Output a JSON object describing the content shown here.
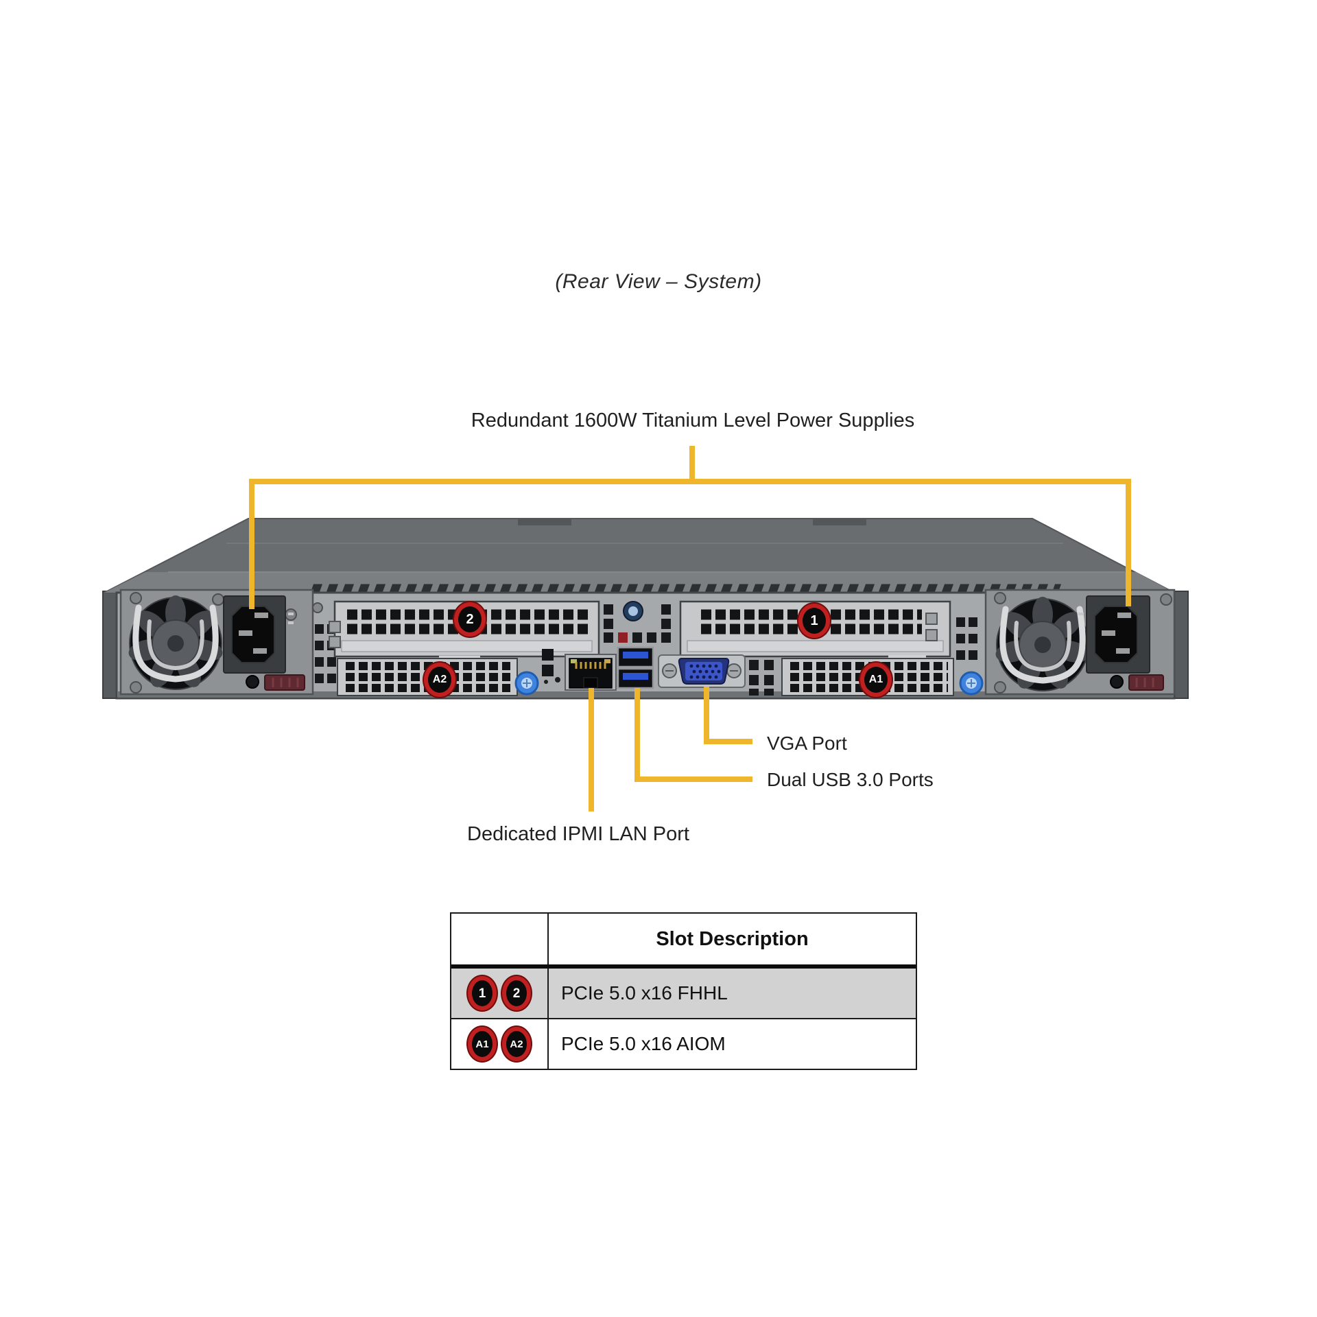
{
  "title": "(Rear View – System)",
  "callouts": {
    "psu_label": "Redundant 1600W Titanium Level Power Supplies",
    "vga_label": "VGA Port",
    "usb_label": "Dual USB 3.0 Ports",
    "ipmi_label": "Dedicated IPMI LAN Port"
  },
  "chassis_badges": {
    "slot1": "1",
    "slot2": "2",
    "slotA1": "A1",
    "slotA2": "A2"
  },
  "slot_table": {
    "header": "Slot Description",
    "rows": [
      {
        "badge1": "1",
        "badge2": "2",
        "description": "PCIe 5.0 x16 FHHL"
      },
      {
        "badge1": "A1",
        "badge2": "A2",
        "description": "PCIe 5.0 x16 AIOM"
      }
    ]
  },
  "colors": {
    "callout_yellow": "#EFB62B",
    "badge_red": "#C12020",
    "table_row_highlight": "#D2D2D2",
    "chassis_panel_gray": "#A6A9AC",
    "chassis_lid_gray": "#6A6D70"
  }
}
